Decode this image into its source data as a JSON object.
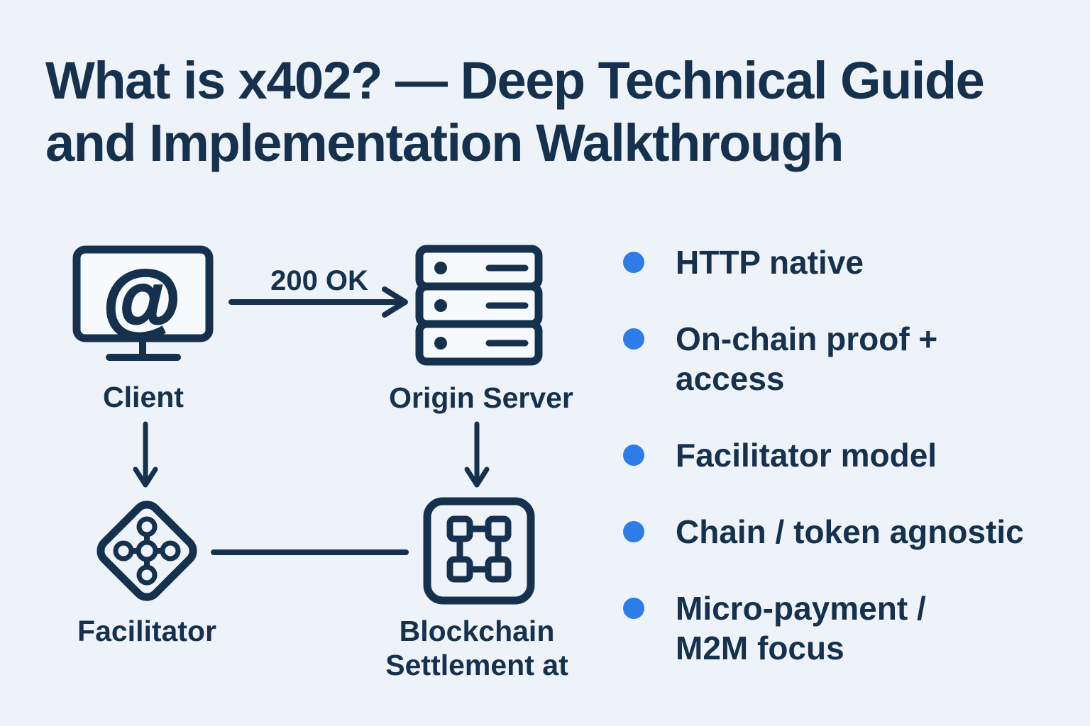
{
  "title": {
    "line1": "What is x402? — Deep Technical Guide",
    "line2": "and Implementation Walkthrough"
  },
  "diagram": {
    "nodes": {
      "client": {
        "label": "Client"
      },
      "origin_server": {
        "label": "Origin Server"
      },
      "facilitator": {
        "label": "Facilitator"
      },
      "blockchain": {
        "label": "Blockchain\nSettlement at"
      }
    },
    "edges": {
      "client_to_origin": {
        "label": "200 OK"
      },
      "client_to_facilitator": {
        "label": ""
      },
      "origin_to_blockchain": {
        "label": ""
      },
      "facilitator_to_blockchain": {
        "label": ""
      }
    },
    "icons": {
      "client_at_glyph": "@"
    }
  },
  "bullets": [
    {
      "text": "HTTP native"
    },
    {
      "text": "On-chain proof +\naccess"
    },
    {
      "text": "Facilitator model"
    },
    {
      "text": "Chain / token agnostic"
    },
    {
      "text": "Micro-payment /\nM2M focus"
    }
  ],
  "colors": {
    "background": "#eef3f9",
    "ink": "#16314d",
    "bullet": "#2e7ce8"
  }
}
